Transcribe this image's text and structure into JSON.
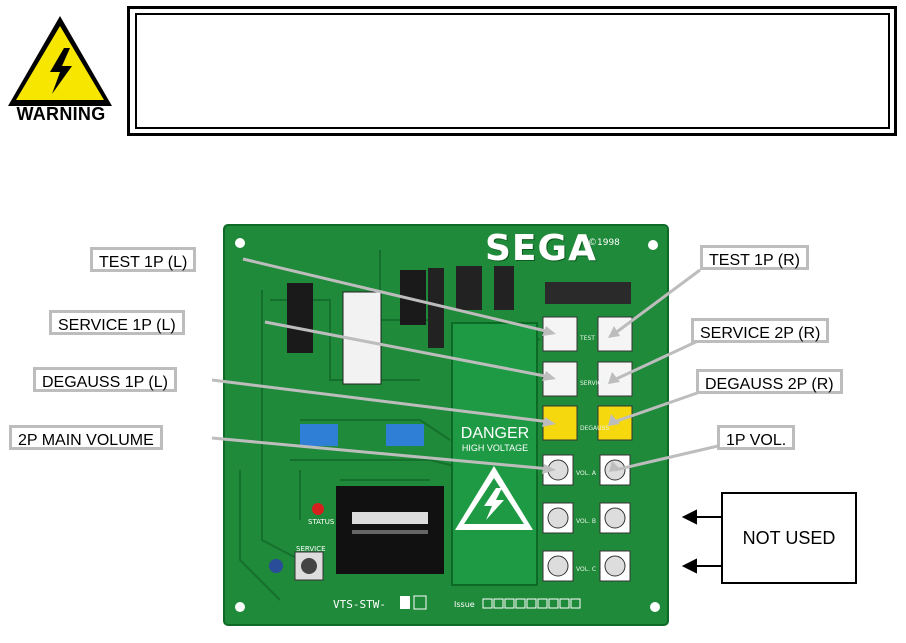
{
  "warning": {
    "icon": "high-voltage-warning-icon",
    "label": "WARNING",
    "message": ""
  },
  "board": {
    "brand": "SEGA",
    "copyright": "©1998",
    "danger_title": "DANGER",
    "danger_subtitle": "HIGH VOLTAGE",
    "pcb_name": "VTS-STW-",
    "issue_label": "Issue",
    "status_label": "STATUS",
    "service_label": "SERVICE",
    "switch_labels": [
      "TEST",
      "SERVICE",
      "DEGAUSS",
      "VOL. A",
      "VOL. B",
      "VOL. C"
    ]
  },
  "callouts": [
    {
      "id": "test-1p-l",
      "text": "TEST 1P (L)"
    },
    {
      "id": "service-1p-l",
      "text": "SERVICE 1P (L)"
    },
    {
      "id": "degauss-1p-l",
      "text": "DEGAUSS 1P (L)"
    },
    {
      "id": "main-volume-2p",
      "text": "2P MAIN VOLUME"
    },
    {
      "id": "test-1p-r",
      "text": "TEST 1P (R)"
    },
    {
      "id": "service-2p-r",
      "text": "SERVICE 2P (R)"
    },
    {
      "id": "degauss-2p-r",
      "text": "DEGAUSS 2P (R)"
    },
    {
      "id": "vol-1p",
      "text": "1P VOL."
    }
  ],
  "not_used": "NOT USED",
  "colors": {
    "pcb_green": "#1f8a3a",
    "pcb_dark": "#0f6a28",
    "degauss_yellow": "#f6d80e",
    "callout_border": "#bdbdbd"
  }
}
